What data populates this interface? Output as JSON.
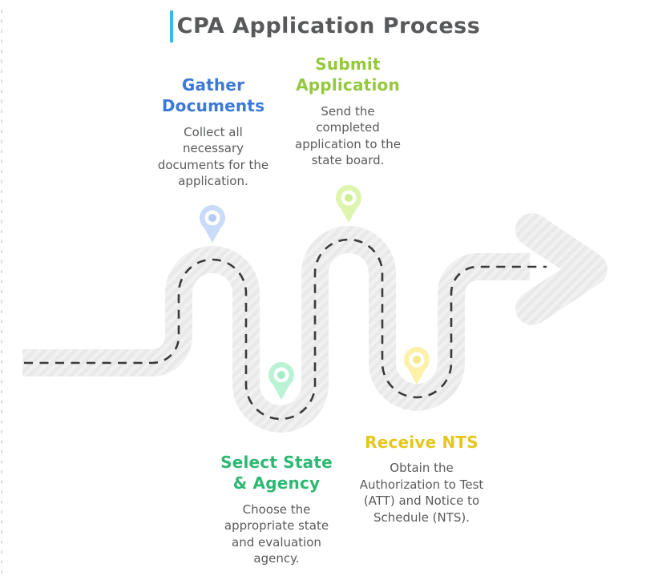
{
  "title": {
    "text": "CPA Application Process",
    "color": "#58595b",
    "caret_color": "#38b6f1"
  },
  "road": {
    "base_color": "#e9e9e9",
    "stripe_color": "#f1f1f1",
    "dash_color": "#3a3a3a"
  },
  "steps": [
    {
      "title": "Gather Documents",
      "description": "Collect all necessary documents for the application.",
      "color": "#3b78d8",
      "pin_body": "#c9dbf8",
      "pin_dot": "#b2ccf6"
    },
    {
      "title": "Submit Application",
      "description": "Send the completed application to the state board.",
      "color": "#94c83d",
      "pin_body": "#def5ad",
      "pin_dot": "#cdef92"
    },
    {
      "title": "Select State & Agency",
      "description": "Choose the appropriate state and evaluation agency.",
      "color": "#2eb873",
      "pin_body": "#baf2d6",
      "pin_dot": "#a3edc6"
    },
    {
      "title": "Receive NTS",
      "description": "Obtain the Authorization to Test (ATT) and Notice to Schedule (NTS).",
      "color": "#e5c61d",
      "pin_body": "#fdf0a8",
      "pin_dot": "#f8e883"
    }
  ]
}
